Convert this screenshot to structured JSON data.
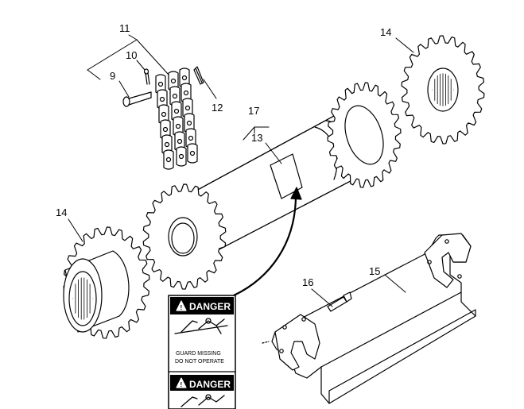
{
  "callouts": {
    "c9": "9",
    "c10": "10",
    "c11": "11",
    "c12": "12",
    "c13": "13",
    "c14a": "14",
    "c14b": "14",
    "c15": "15",
    "c16": "16",
    "c17": "17"
  },
  "decal": {
    "header1": "DANGER",
    "line1": "GUARD MISSING",
    "line2": "DO NOT OPERATE",
    "header2": "DANGER"
  },
  "icons": {
    "warning": "warning-triangle-icon",
    "entanglement": "entanglement-hazard-icon"
  }
}
